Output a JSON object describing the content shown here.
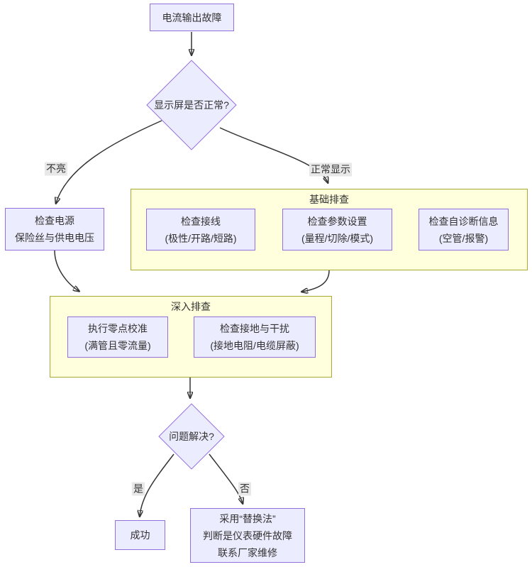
{
  "diagram": {
    "type": "flowchart",
    "colors": {
      "node_fill": "#ECECFF",
      "node_border": "#9370DB",
      "subgraph_fill": "#FFFFDE",
      "subgraph_border": "#AAAA33",
      "edge_color": "#333333",
      "edge_label_bg": "#e8e8e8",
      "text_color": "#333333"
    },
    "nodes": {
      "start": {
        "label": "电流输出故障"
      },
      "decision_display": {
        "label": "显示屏是否正常?"
      },
      "check_power": {
        "lines": [
          "检查电源",
          "保险丝与供电电压"
        ]
      },
      "check_wiring": {
        "lines": [
          "检查接线",
          "(极性/开路/短路)"
        ]
      },
      "check_params": {
        "lines": [
          "检查参数设置",
          "(量程/切除/模式)"
        ]
      },
      "check_diag": {
        "lines": [
          "检查自诊断信息",
          "(空管/报警)"
        ]
      },
      "zero_cal": {
        "lines": [
          "执行零点校准",
          "(满管且零流量)"
        ]
      },
      "check_ground": {
        "lines": [
          "检查接地与干扰",
          "(接地电阻/电缆屏蔽)"
        ]
      },
      "decision_solved": {
        "label": "问题解决?"
      },
      "success": {
        "label": "成功"
      },
      "replace": {
        "lines": [
          "采用“替换法”",
          "判断是仪表硬件故障",
          "联系厂家维修"
        ]
      }
    },
    "subgraphs": {
      "basic": {
        "title": "基础排查"
      },
      "deep": {
        "title": "深入排查"
      }
    },
    "edges": [
      {
        "from": "start",
        "to": "decision_display",
        "label": ""
      },
      {
        "from": "decision_display",
        "to": "check_power",
        "label": "不亮"
      },
      {
        "from": "decision_display",
        "to": "basic",
        "label": "正常显示"
      },
      {
        "from": "check_power",
        "to": "deep",
        "label": ""
      },
      {
        "from": "basic",
        "to": "deep",
        "label": ""
      },
      {
        "from": "deep",
        "to": "decision_solved",
        "label": ""
      },
      {
        "from": "decision_solved",
        "to": "success",
        "label": "是"
      },
      {
        "from": "decision_solved",
        "to": "replace",
        "label": "否"
      }
    ]
  }
}
